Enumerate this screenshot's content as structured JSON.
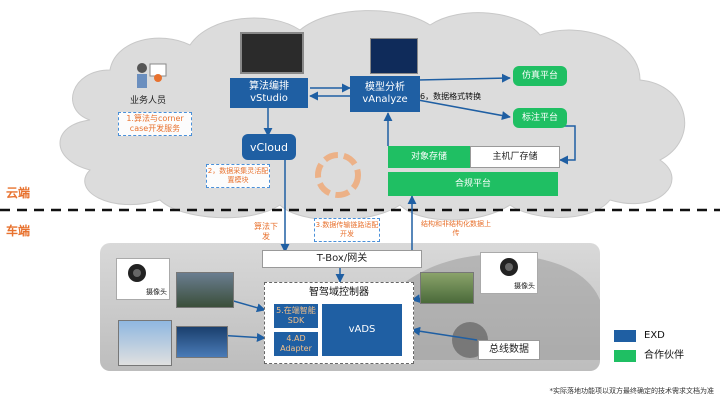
{
  "diagram": {
    "cloud_label": "云端",
    "car_label": "车端",
    "business_person_label": "业务人员",
    "note_business": "1.算法与corner case开发服务",
    "vstudio": {
      "title": "算法编排",
      "subtitle": "vStudio"
    },
    "vanalyze": {
      "title": "模型分析",
      "subtitle": "vAnalyze"
    },
    "vcloud": "vCloud",
    "sim_platform": "仿真平台",
    "label_platform": "标注平台",
    "format_convert": "6，数据格式转换",
    "object_storage": "对象存储",
    "oem_storage": "主机厂存储",
    "compliance_platform": "合规平台",
    "note_data_collect": "2，数据采集灵活配置模块",
    "note_algo_down": "算法下发",
    "note_data_transfer": "3.数据传输链路适配开发",
    "note_structured_upload": "结构和非结构化数据上传",
    "tbox": "T-Box/网关",
    "adas_controller": "智驾域控制器",
    "note_5": "5.在端智能SDK",
    "note_4": "4.AD Adapter",
    "vads": "vADS",
    "bus_data": "总线数据",
    "camera_left": "摄像头",
    "camera_right": "摄像头",
    "legend": [
      {
        "label": "EXD",
        "color": "#1f5fa3"
      },
      {
        "label": "合作伙伴",
        "color": "#1fbf63"
      }
    ],
    "footnote": "*实际落地功能项以双方最终确定的技术需求文档为准"
  }
}
